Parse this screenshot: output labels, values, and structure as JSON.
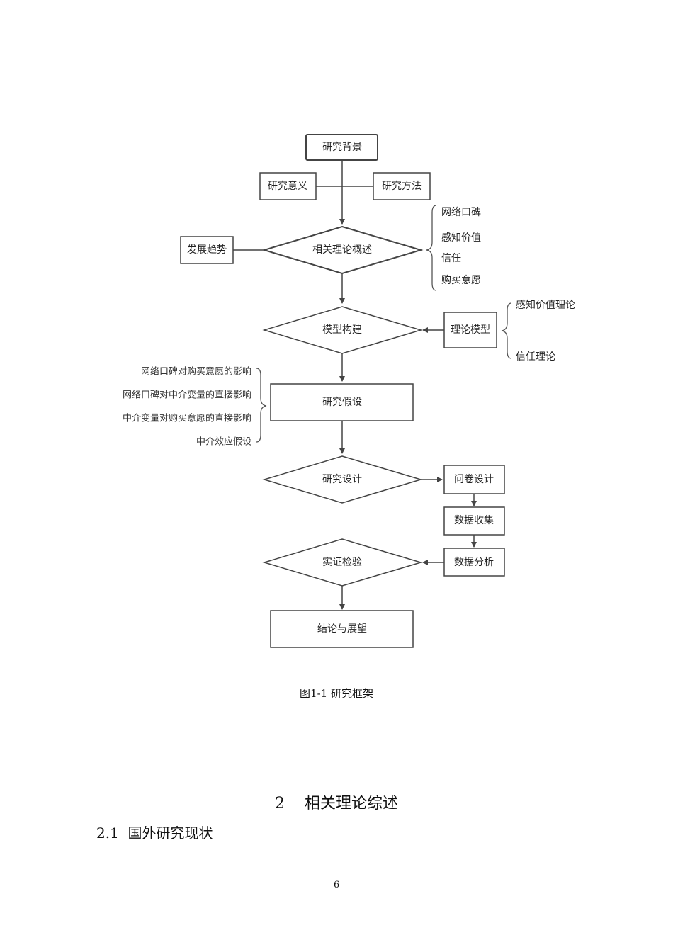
{
  "figure": {
    "nodes": {
      "background": "研究背景",
      "significance": "研究意义",
      "method": "研究方法",
      "trend": "发展趋势",
      "theory_overview": "相关理论概述",
      "model_build": "模型构建",
      "theory_model": "理论模型",
      "hypothesis": "研究假设",
      "design": "研究设计",
      "questionnaire": "问卷设计",
      "data_collect": "数据收集",
      "data_analysis": "数据分析",
      "empirical": "实证检验",
      "conclusion": "结论与展望"
    },
    "theory_items": [
      "网络口碑",
      "感知价值",
      "信任",
      "购买意愿"
    ],
    "model_items": [
      "感知价值理论",
      "信任理论"
    ],
    "hypothesis_items": [
      "网络口碑对购买意愿的影响",
      "网络口碑对中介变量的直接影响",
      "中介变量对购买意愿的直接影响",
      "中介效应假设"
    ],
    "caption": "图1-1  研究框架"
  },
  "chapter_heading": "2    相关理论综述",
  "section_heading": "2.1  国外研究现状",
  "page_number": "6"
}
